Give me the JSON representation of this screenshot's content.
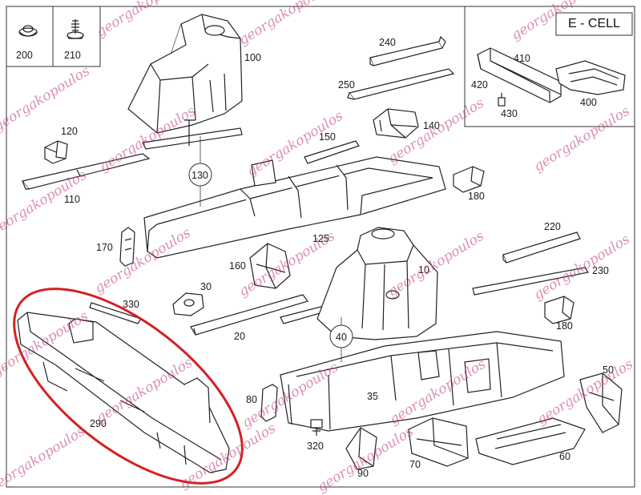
{
  "diagram": {
    "badge_label": "E - CELL",
    "part_labels": {
      "p10": "10",
      "p20": "20",
      "p30": "30",
      "p35": "35",
      "p40": "40",
      "p50": "50",
      "p60": "60",
      "p70": "70",
      "p80": "80",
      "p90": "90",
      "p100": "100",
      "p110": "110",
      "p120": "120",
      "p125": "125",
      "p130": "130",
      "p140": "140",
      "p150": "150",
      "p160": "160",
      "p170": "170",
      "p180a": "180",
      "p180b": "180",
      "p200": "200",
      "p210": "210",
      "p220": "220",
      "p230": "230",
      "p240": "240",
      "p250": "250",
      "p290": "290",
      "p320": "320",
      "p330": "330",
      "p400": "400",
      "p410": "410",
      "p420": "420",
      "p430": "430"
    },
    "watermark_text": "georgakopoulos",
    "highlight_color": "#d42020",
    "watermark_color": "#c0327a",
    "line_color": "#222222"
  }
}
